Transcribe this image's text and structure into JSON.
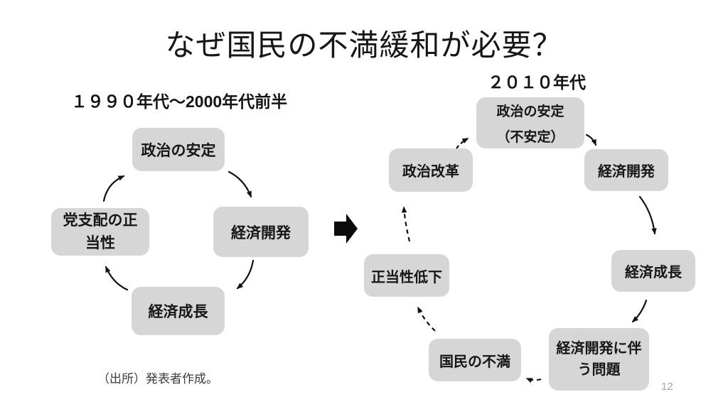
{
  "slide": {
    "title": "なぜ国民の不満緩和が必要？",
    "page_number": "12",
    "source_note": "（出所）発表者作成。",
    "colors": {
      "node_fill": "#d6d6d6",
      "text": "#161616",
      "page_number": "#a6a6a6",
      "arrow": "#111111"
    }
  },
  "left_diagram": {
    "heading": "１９９０年代～2000年代前半",
    "nodes": [
      {
        "label": "政治の安定"
      },
      {
        "label": "経済開発"
      },
      {
        "label": "経済成長"
      },
      {
        "label": "党支配の正当性"
      }
    ],
    "arrows": [
      {
        "from": "政治の安定",
        "to": "経済開発",
        "style": "solid"
      },
      {
        "from": "経済開発",
        "to": "経済成長",
        "style": "solid"
      },
      {
        "from": "経済成長",
        "to": "党支配の正当性",
        "style": "solid"
      },
      {
        "from": "党支配の正当性",
        "to": "政治の安定",
        "style": "solid"
      }
    ]
  },
  "transition": {
    "icon": "big-right-arrow"
  },
  "right_diagram": {
    "heading": "２０１０年代",
    "nodes": [
      {
        "label": "政治の安定",
        "sublabel": "（不安定）"
      },
      {
        "label": "経済開発"
      },
      {
        "label": "経済成長"
      },
      {
        "label": "経済開発に伴う問題"
      },
      {
        "label": "国民の不満"
      },
      {
        "label": "正当性低下"
      },
      {
        "label": "政治改革"
      }
    ],
    "arrows": [
      {
        "from": "政治の安定（不安定）",
        "to": "経済開発",
        "style": "solid"
      },
      {
        "from": "経済開発",
        "to": "経済成長",
        "style": "solid"
      },
      {
        "from": "経済成長",
        "to": "経済開発に伴う問題",
        "style": "solid"
      },
      {
        "from": "経済開発に伴う問題",
        "to": "国民の不満",
        "style": "dashed"
      },
      {
        "from": "国民の不満",
        "to": "正当性低下",
        "style": "dashed"
      },
      {
        "from": "正当性低下",
        "to": "政治改革",
        "style": "dashed"
      },
      {
        "from": "政治改革",
        "to": "政治の安定（不安定）",
        "style": "dashed"
      }
    ]
  }
}
